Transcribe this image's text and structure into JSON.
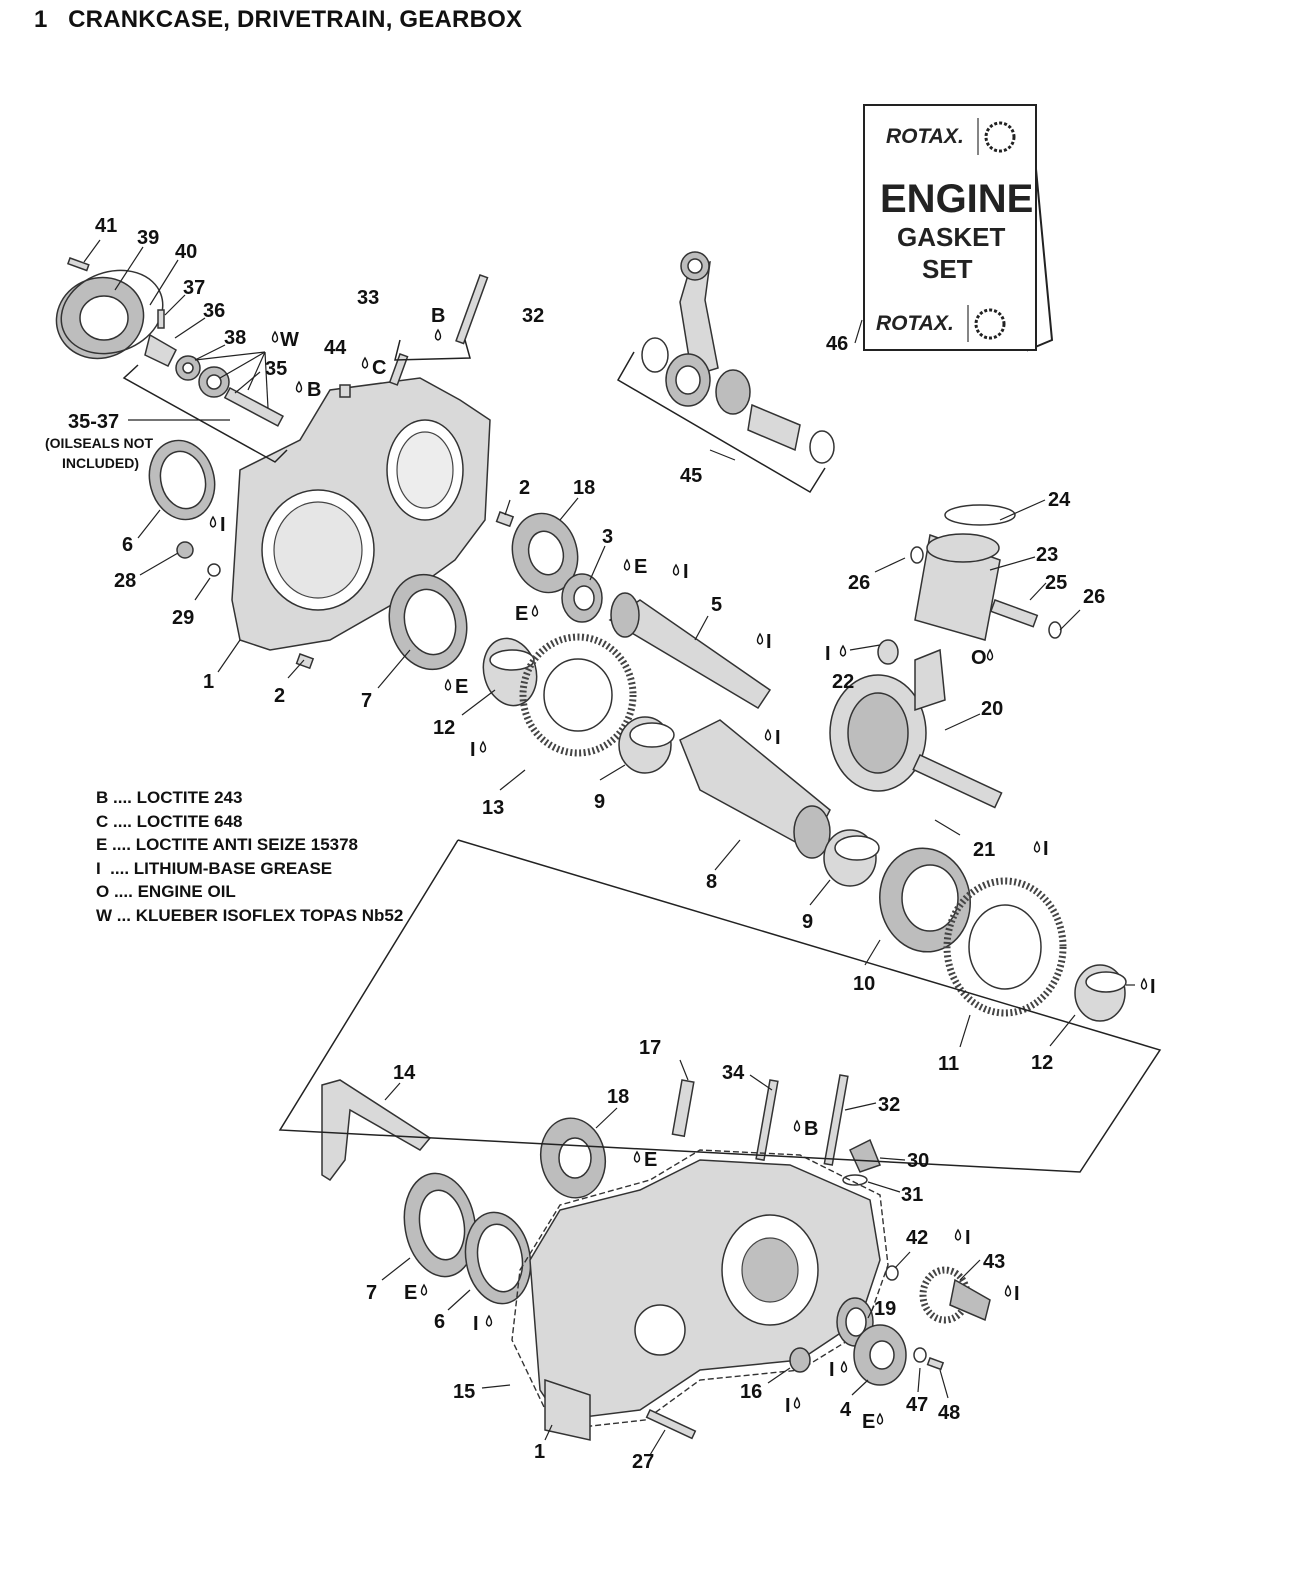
{
  "page": {
    "title": "1   CRANKCASE, DRIVETRAIN, GEARBOX"
  },
  "gasket_set": {
    "brand_top": "ROTAX.",
    "line1": "ENGINE",
    "line2": "GASKET",
    "line3": "SET",
    "brand_bottom": "ROTAX."
  },
  "oilseal_note": {
    "line1": "(OILSEALS NOT",
    "line2": "INCLUDED)"
  },
  "legend": [
    {
      "code": "B ....",
      "text": "LOCTITE 243"
    },
    {
      "code": "C ....",
      "text": "LOCTITE 648"
    },
    {
      "code": "E ....",
      "text": "LOCTITE ANTI SEIZE 15378"
    },
    {
      "code": "I  ....",
      "text": "LITHIUM-BASE GREASE"
    },
    {
      "code": "O ....",
      "text": "ENGINE OIL"
    },
    {
      "code": "W ...",
      "text": "KLUEBER ISOFLEX TOPAS Nb52"
    }
  ],
  "callouts": [
    "41",
    "39",
    "40",
    "37",
    "36",
    "38",
    "35",
    "W",
    "33",
    "B",
    "32",
    "44",
    "C",
    "B",
    "35-37",
    "6",
    "I",
    "28",
    "29",
    "1",
    "2",
    "2",
    "18",
    "3",
    "E",
    "E",
    "I",
    "5",
    "7",
    "E",
    "12",
    "I",
    "45",
    "46",
    "24",
    "26",
    "23",
    "25",
    "26",
    "I",
    "22",
    "O",
    "20",
    "I",
    "13",
    "9",
    "I",
    "8",
    "9",
    "21",
    "I",
    "10",
    "11",
    "12",
    "I",
    "17",
    "14",
    "34",
    "B",
    "32",
    "18",
    "E",
    "30",
    "31",
    "7",
    "E",
    "6",
    "I",
    "42",
    "I",
    "43",
    "19",
    "I",
    "15",
    "16",
    "I",
    "I",
    "4",
    "E",
    "47",
    "48",
    "1",
    "27"
  ]
}
